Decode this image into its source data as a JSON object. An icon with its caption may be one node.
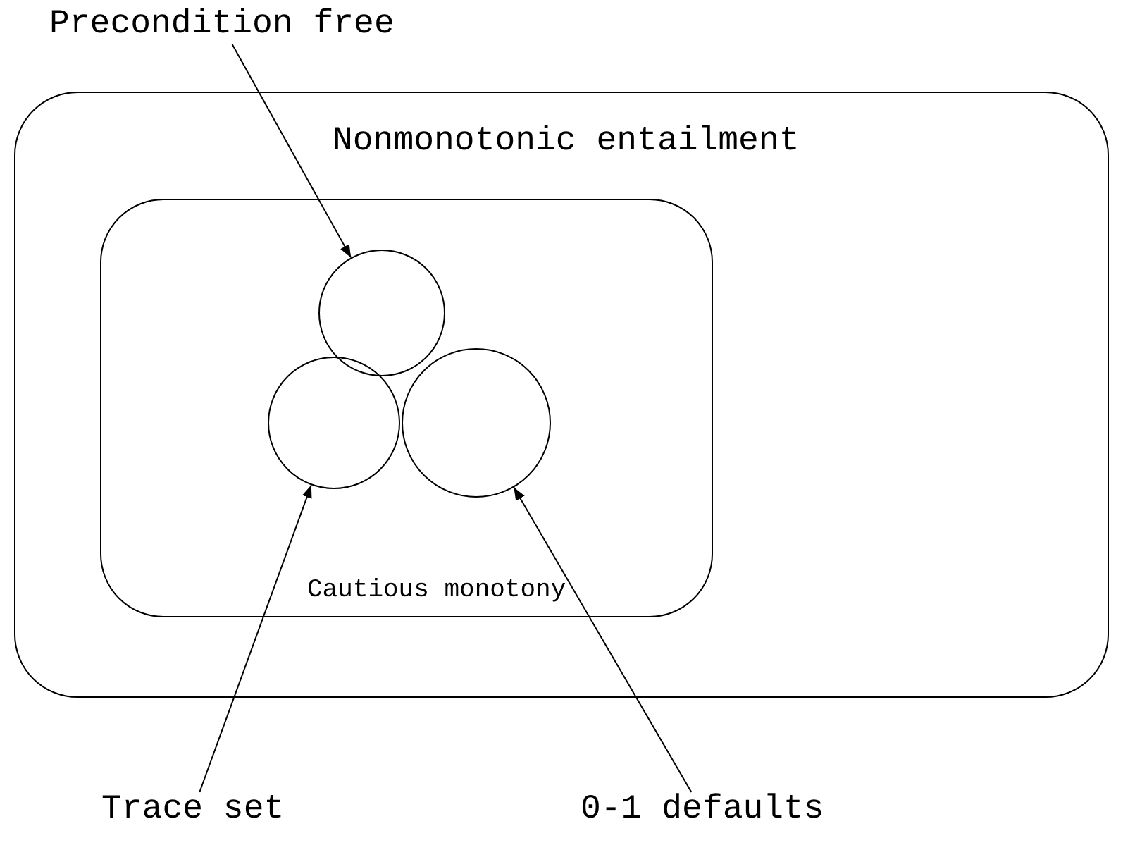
{
  "diagram": {
    "nodes": [
      {
        "text": [
          "Precondition free"
        ]
      },
      {
        "text": [
          "Nonmonotonic entailment"
        ]
      },
      {
        "text": [
          "Cautious monotony"
        ],
        "in": 1
      },
      {
        "text": [],
        "shape": "circle",
        "in": 2
      },
      {
        "text": [],
        "shape": "circle",
        "in": 2
      },
      {
        "text": [],
        "shape": "circle",
        "in": 2
      },
      {
        "text": [
          "Trace set"
        ]
      },
      {
        "text": [
          "0-1 defaults"
        ]
      }
    ],
    "edges": [
      {
        "from": 0,
        "to": 3,
        "arrow": "to"
      },
      {
        "from": 6,
        "to": 4,
        "arrow": "to"
      },
      {
        "from": 7,
        "to": 5,
        "arrow": "to"
      }
    ]
  }
}
